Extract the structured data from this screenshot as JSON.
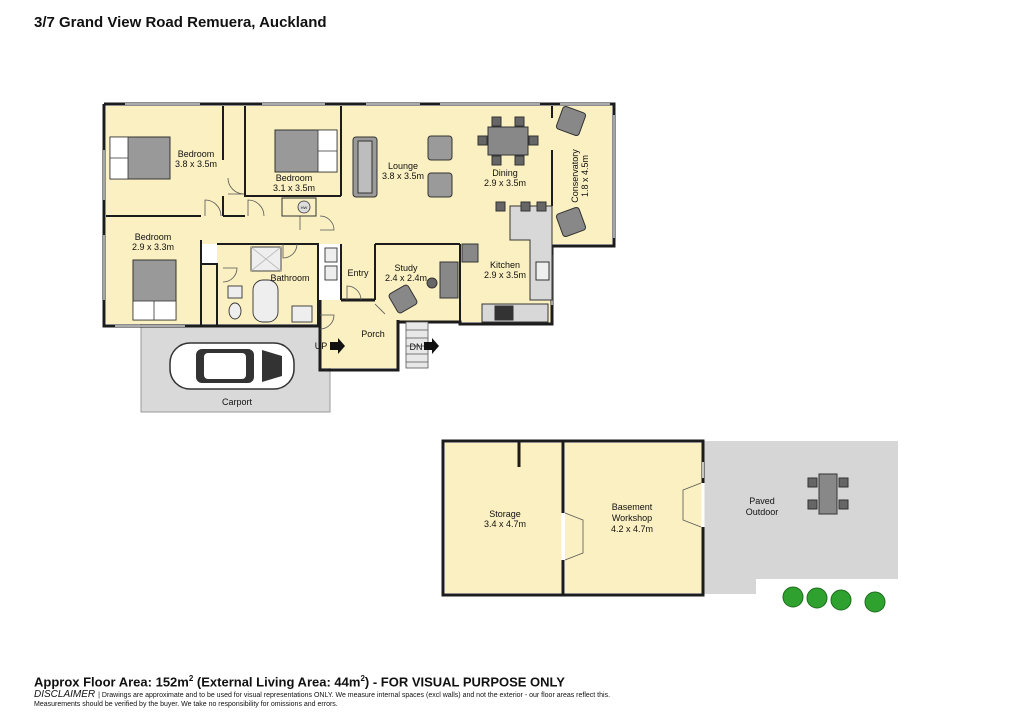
{
  "title": "3/7 Grand View Road Remuera, Auckland",
  "rooms": {
    "bedroom1": {
      "name": "Bedroom",
      "size": "3.8 x 3.5m"
    },
    "bedroom2": {
      "name": "Bedroom",
      "size": "3.1 x 3.5m"
    },
    "bedroom3": {
      "name": "Bedroom",
      "size": "2.9 x 3.3m"
    },
    "lounge": {
      "name": "Lounge",
      "size": "3.8 x 3.5m"
    },
    "dining": {
      "name": "Dining",
      "size": "2.9 x 3.5m"
    },
    "conservatory": {
      "name": "Conservatory",
      "size": "1.8 x 4.5m"
    },
    "kitchen": {
      "name": "Kitchen",
      "size": "2.9 x 3.5m"
    },
    "study": {
      "name": "Study",
      "size": "2.4 x 2.4m"
    },
    "bathroom": {
      "name": "Bathroom"
    },
    "entry": {
      "name": "Entry"
    },
    "porch": {
      "name": "Porch"
    },
    "carport": {
      "name": "Carport"
    },
    "storage": {
      "name": "Storage",
      "size": "3.4 x 4.7m"
    },
    "workshop": {
      "name1": "Basement",
      "name2": "Workshop",
      "size": "4.2 x 4.7m"
    },
    "outdoor": {
      "name1": "Paved",
      "name2": "Outdoor"
    }
  },
  "markers": {
    "up": "UP",
    "down": "DN",
    "hw": "HW"
  },
  "colors": {
    "room_fill": "#fbf0c2",
    "wall": "#1c1c1c",
    "carport_fill": "#d9d9d9",
    "outdoor_fill": "#d6d6d6",
    "tree": "#2ea12e"
  },
  "footer": {
    "area_prefix": "Approx Floor Area: 152m",
    "area_mid": " (External Living Area: 44m",
    "area_suffix": ") - FOR VISUAL PURPOSE ONLY",
    "sup": "2",
    "disclaimer_title": "DISCLAIMER",
    "disclaimer_line1": "| Drawings are approximate and to be used for visual representations ONLY. We measure internal spaces (excl walls) and not the exterior - our floor areas reflect this.",
    "disclaimer_line2": "Measurements should be verified by the buyer. We take no responsibility for omissions and errors."
  }
}
